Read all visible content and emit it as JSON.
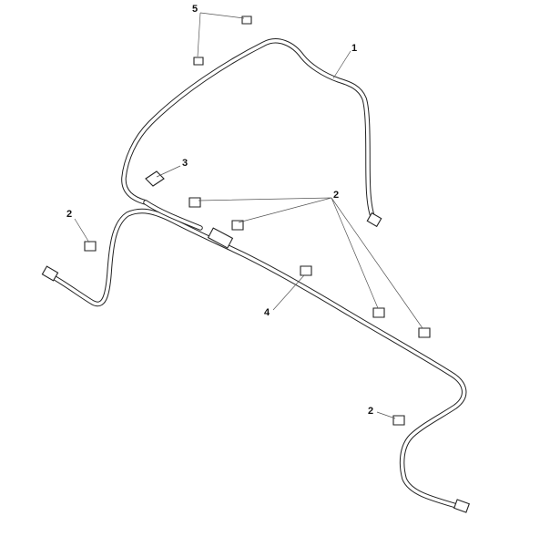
{
  "callouts": [
    {
      "id": "c5",
      "text": "5"
    },
    {
      "id": "c1",
      "text": "1"
    },
    {
      "id": "c3",
      "text": "3"
    },
    {
      "id": "c2a",
      "text": "2"
    },
    {
      "id": "c2b",
      "text": "2"
    },
    {
      "id": "c4",
      "text": "4"
    },
    {
      "id": "c2c",
      "text": "2"
    }
  ]
}
